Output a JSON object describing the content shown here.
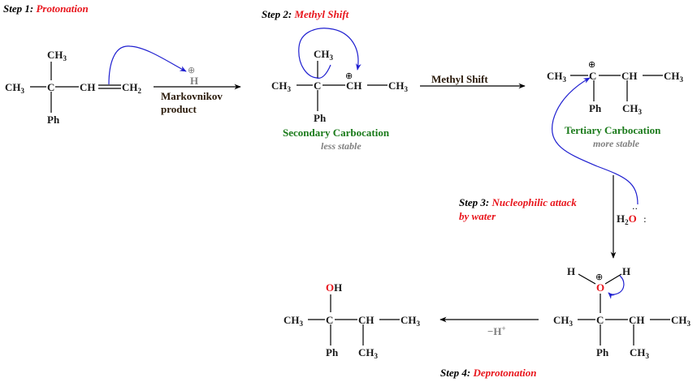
{
  "steps": [
    {
      "prefix": "Step 1:",
      "title": "Protonation"
    },
    {
      "prefix": "Step 2:",
      "title": "Methyl Shift"
    },
    {
      "prefix": "Step 3:",
      "title": "Nucleophilic attack",
      "title_line2": "by water"
    },
    {
      "prefix": "Step 4:",
      "title": "Deprotonation"
    }
  ],
  "atoms": {
    "ch3": "CH",
    "three": "3",
    "two": "2",
    "c": "C",
    "ch": "CH",
    "ch2": "CH",
    "ph": "Ph",
    "h": "H",
    "o": "O",
    "oh_o": "O",
    "oh_h": "H",
    "plus": "⊕",
    "lone_pair": ":",
    "lone_pair_top": "··"
  },
  "arrows": {
    "step1_reagent": "H",
    "step1_label_line1": "Markovnikov",
    "step1_label_line2": "product",
    "step2_label": "Methyl Shift",
    "step3_reagent_h": "H",
    "step3_reagent_sub": "2",
    "step3_reagent_o": "O",
    "step4_label": "−H",
    "step4_label_sup": "+"
  },
  "intermediates": {
    "secondary": {
      "name": "Secondary Carbocation",
      "note": "less stable"
    },
    "tertiary": {
      "name": "Tertiary Carbocation",
      "note": "more stable"
    }
  },
  "colors": {
    "step_title": "#e8141b",
    "carbocation_label": "#1a7a1a",
    "stability_note": "#808080",
    "curved_arrow": "#1f1fd0",
    "oxygen": "#e8141b"
  }
}
